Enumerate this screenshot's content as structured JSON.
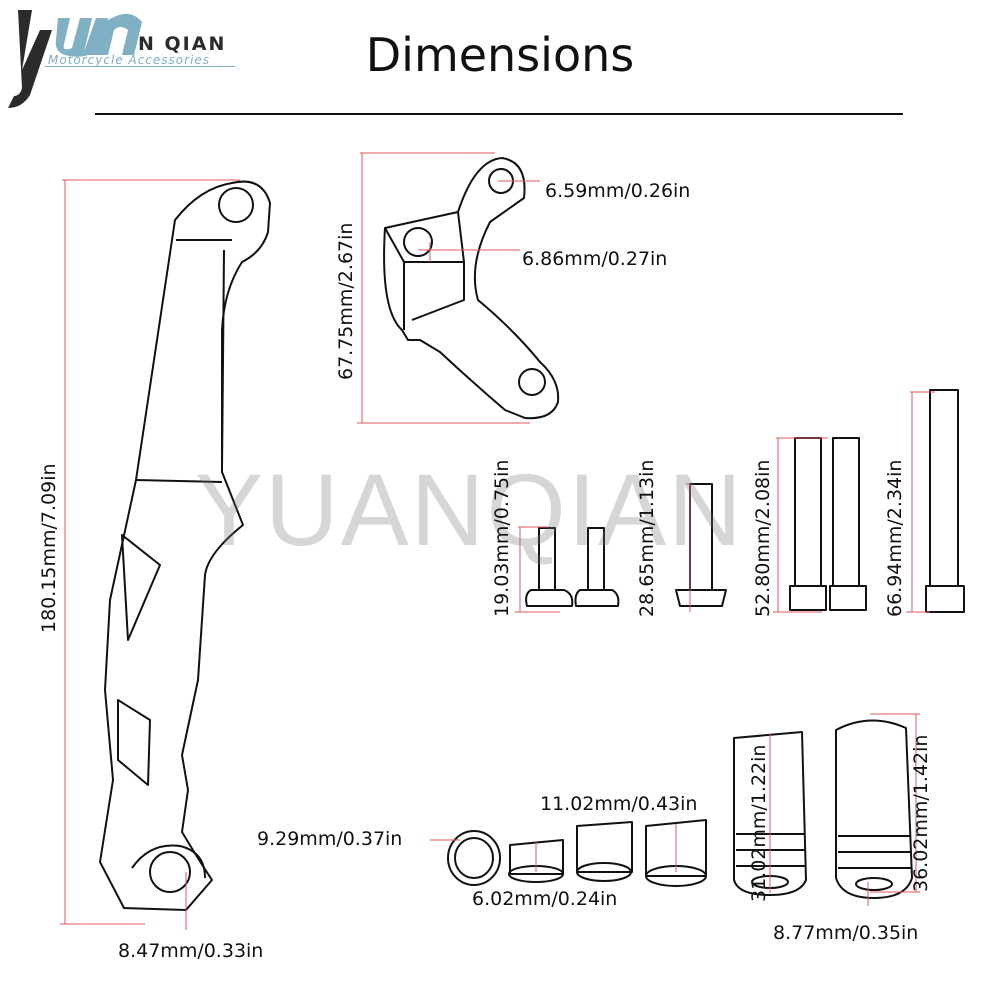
{
  "brand": {
    "name": "N QIAN",
    "tagline": "Motorcycle Accessories",
    "mark_colors": {
      "blue": "#7fb0c4",
      "dark": "#2b2b2b"
    }
  },
  "title": "Dimensions",
  "watermark": "YUANQIAN",
  "colors": {
    "dimension_line": "#e05a5a",
    "outline": "#111111",
    "text": "#111111"
  },
  "dimensions": {
    "lever_length": "180.15mm/7.09in",
    "lever_hole": "8.47mm/0.33in",
    "bracket_height": "67.75mm/2.67in",
    "bracket_hole_top": "6.59mm/0.26in",
    "bracket_hole_mid": "6.86mm/0.27in",
    "bolt_short": "19.03mm/0.75in",
    "bolt_medium": "28.65mm/1.13in",
    "bolt_long": "52.80mm/2.08in",
    "bolt_longest": "66.94mm/2.34in",
    "washer_diameter": "9.29mm/0.37in",
    "spacer_short": "6.02mm/0.24in",
    "spacer_medium": "11.02mm/0.43in",
    "sleeve_short": "31.02mm/1.22in",
    "sleeve_long": "36.02mm/1.42in",
    "sleeve_bore": "8.77mm/0.35in"
  }
}
